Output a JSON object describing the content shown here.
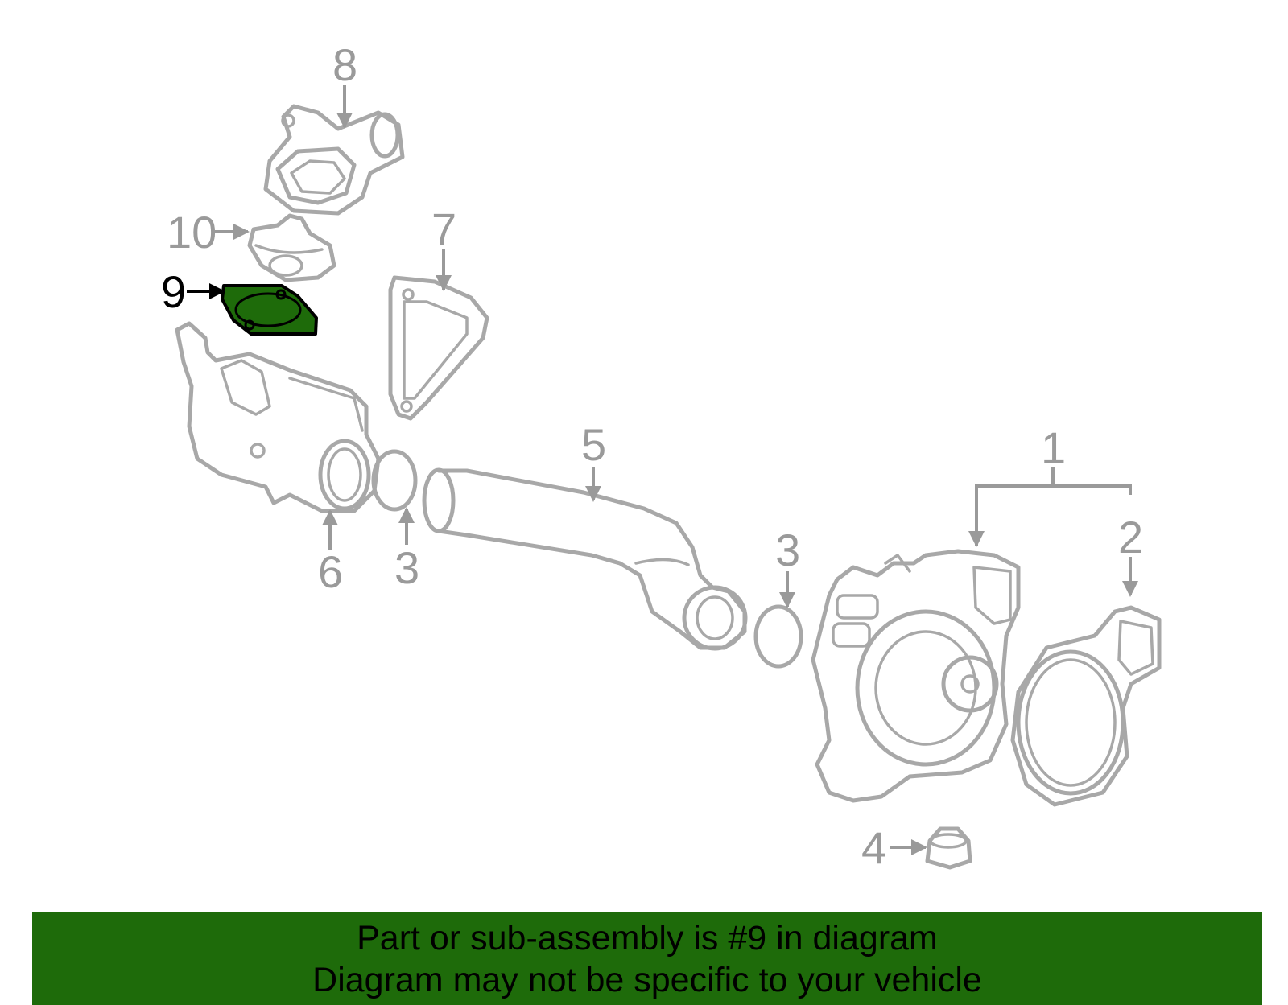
{
  "highlight_color": "#1e6b0a",
  "callouts": {
    "c1": "1",
    "c2": "2",
    "c3a": "3",
    "c3b": "3",
    "c4": "4",
    "c5": "5",
    "c6": "6",
    "c7": "7",
    "c8": "8",
    "c9": "9",
    "c10": "10"
  },
  "banner": {
    "line1": "Part or sub-assembly is #9 in diagram",
    "line2": "Diagram may not be specific to your vehicle"
  }
}
